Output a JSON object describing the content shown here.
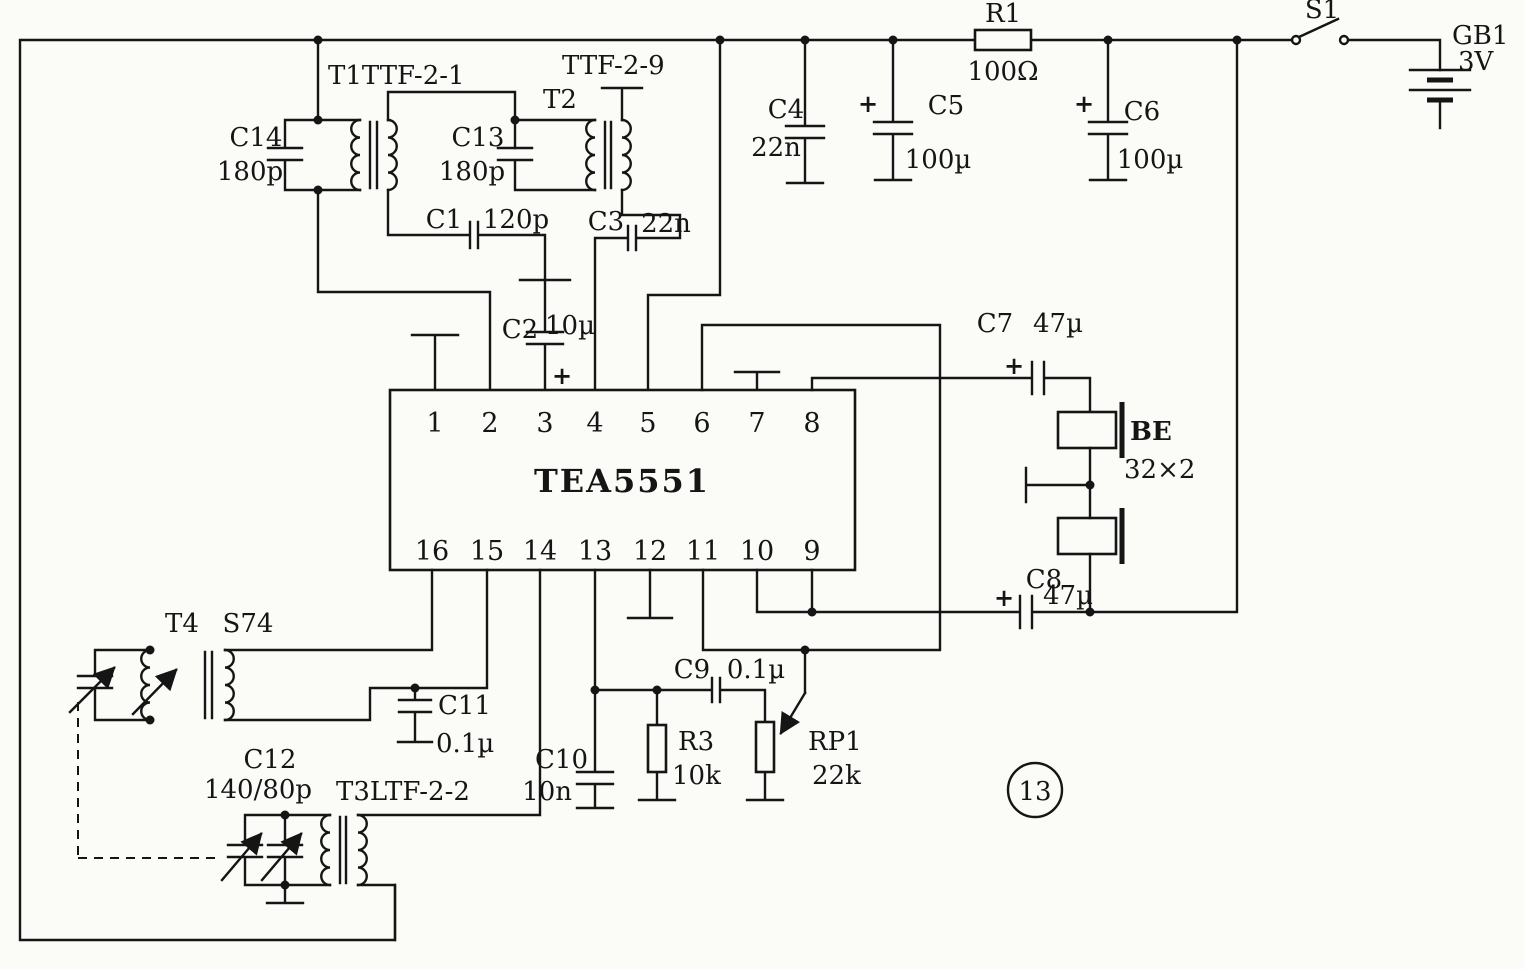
{
  "figure": {
    "number": "13"
  },
  "power_rail": {
    "r1": {
      "ref": "R1",
      "value": "100Ω"
    },
    "s1": {
      "ref": "S1"
    },
    "gb1": {
      "ref": "GB1",
      "value": "3V"
    },
    "c4": {
      "ref": "C4",
      "value": "22n"
    },
    "c5": {
      "ref": "C5",
      "value": "100µ",
      "polarity": "+"
    },
    "c6": {
      "ref": "C6",
      "value": "100µ",
      "polarity": "+"
    }
  },
  "if_section": {
    "t1": {
      "ref": "T1TTF-2-1"
    },
    "t2": {
      "ref": "T2",
      "type": "TTF-2-9"
    },
    "c14": {
      "ref": "C14",
      "value": "180p"
    },
    "c13": {
      "ref": "C13",
      "value": "180p"
    },
    "c1": {
      "ref": "C1",
      "value": "120p"
    },
    "c3": {
      "ref": "C3",
      "value": "22n"
    },
    "c2": {
      "ref": "C2",
      "value": "10µ",
      "polarity": "+"
    }
  },
  "ic": {
    "part": "TEA5551",
    "pins_top": [
      "1",
      "2",
      "3",
      "4",
      "5",
      "6",
      "7",
      "8"
    ],
    "pins_bottom": [
      "16",
      "15",
      "14",
      "13",
      "12",
      "11",
      "10",
      "9"
    ]
  },
  "audio_section": {
    "c7": {
      "ref": "C7",
      "value": "47µ",
      "polarity": "+"
    },
    "be": {
      "ref": "BE",
      "value": "32×2"
    },
    "c8": {
      "ref": "C8",
      "value": "47µ",
      "polarity": "+"
    },
    "c9": {
      "ref": "C9",
      "value": "0.1µ"
    },
    "r3": {
      "ref": "R3",
      "value": "10k"
    },
    "rp1": {
      "ref": "RP1",
      "value": "22k"
    },
    "c10": {
      "ref": "C10",
      "value": "10n"
    }
  },
  "tuning_section": {
    "t4": {
      "ref": "T4",
      "type": "S74"
    },
    "c11": {
      "ref": "C11",
      "value": "0.1µ"
    },
    "c12": {
      "ref": "C12",
      "value": "140/80p"
    },
    "t3": {
      "ref": "T3LTF-2-2"
    }
  }
}
